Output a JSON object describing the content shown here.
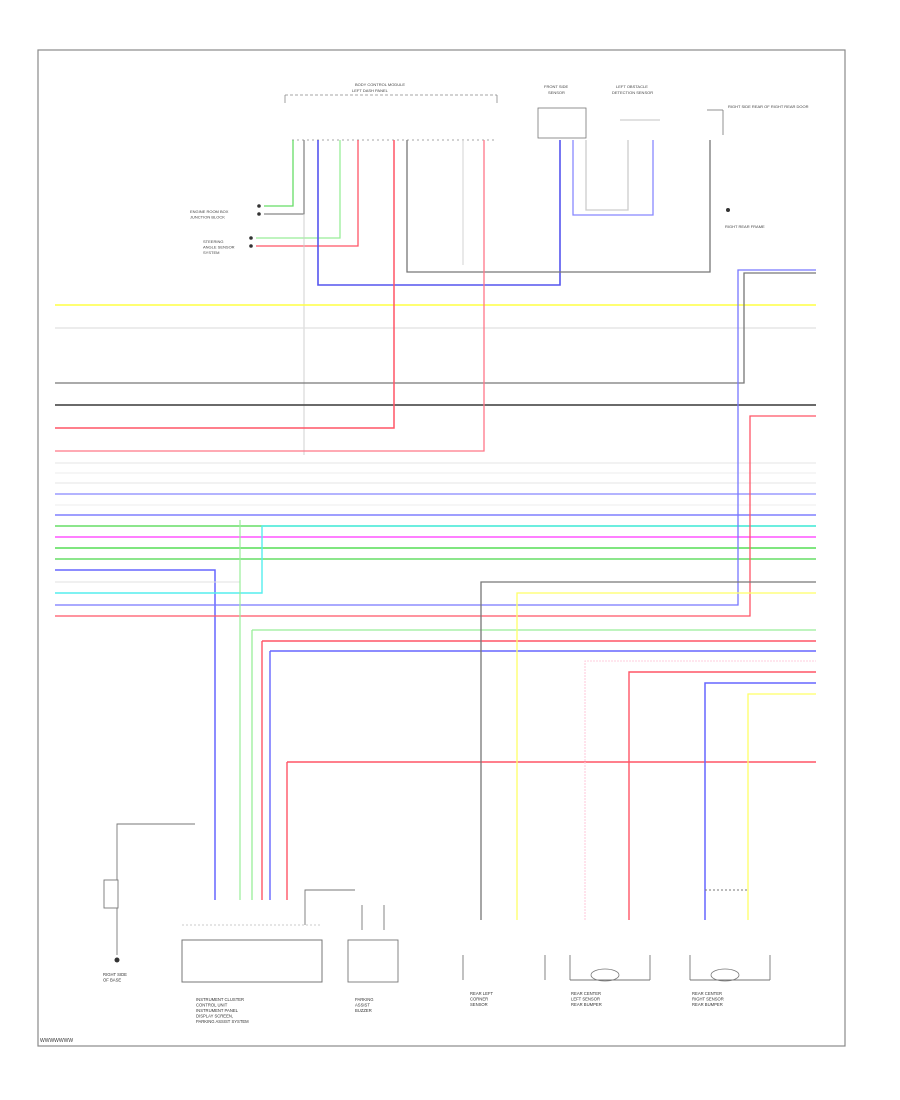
{
  "page": {
    "id": "WWWWWWW"
  },
  "colors": {
    "frame": "#888888",
    "yellow": "#ffff44",
    "white": "#dddddd",
    "gray": "#777777",
    "black": "#444444",
    "red": "#ff5566",
    "blue": "#6666ff",
    "green": "#66dd66",
    "lightgreen": "#99ee99",
    "cyan": "#55eeee",
    "magenta": "#ff55ff",
    "lightblue": "#aabbff",
    "pink": "#ffaacc"
  },
  "top_components": {
    "main_module": {
      "title": "BODY CONTROL MODULE",
      "subtitle": "LEFT DASH PANEL"
    },
    "front_module": {
      "title": "FRONT SIDE",
      "subtitle": "SENSOR"
    },
    "left_module": {
      "title": "LEFT OBSTACLE",
      "subtitle": "DETECTION SENSOR"
    },
    "right_note": {
      "text": "RIGHT SIDE REAR OF RIGHT REAR DOOR"
    },
    "ground_note": {
      "text": "RIGHT REAR FRAME"
    }
  },
  "side_labels": {
    "left_a": "ENGINE ROOM BOX\nJUNCTION BLOCK",
    "left_b": "STEERING\nANGLE SENSOR\nSYSTEM"
  },
  "bottom_components": {
    "ground_left": {
      "label": "RIGHT SIDE\nOF BASE"
    },
    "main_controller": {
      "label": "INSTRUMENT CLUSTER\nCONTROL UNIT\nINSTRUMENT PANEL\nDISPLAY SCREEN,\nPARKING ASSIST SYSTEM"
    },
    "buzzer": {
      "label": "PARKING\nASSIST\nBUZZER"
    },
    "sensor_1": {
      "label": "REAR LEFT\nCORNER\nSENSOR"
    },
    "sensor_2": {
      "label": "REAR CENTER\nLEFT SENSOR\nREAR BUMPER"
    },
    "sensor_3": {
      "label": "REAR CENTER\nRIGHT SENSOR\nREAR BUMPER"
    }
  }
}
